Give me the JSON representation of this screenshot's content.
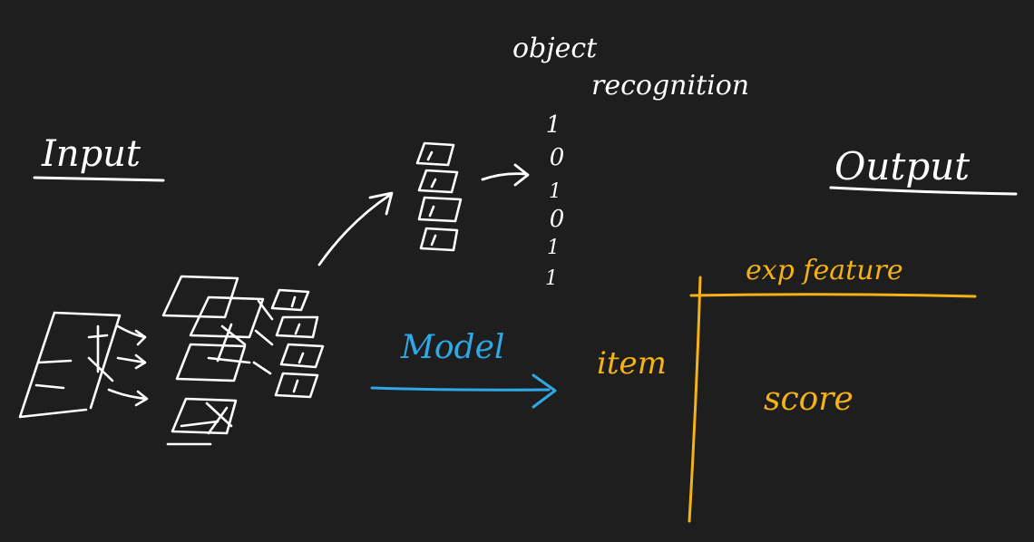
{
  "labels": {
    "input": "Input",
    "output": "Output",
    "object_recognition_line1": "object",
    "object_recognition_line2": "recognition",
    "model": "Model",
    "item": "item",
    "exp_feature": "exp feature",
    "score": "score"
  },
  "bit_sequence": [
    "1",
    "0",
    "1",
    "0",
    "1",
    "1"
  ],
  "colors": {
    "background": "#1e1e1e",
    "ink": "#ffffff",
    "model_arrow": "#2fa8e6",
    "table": "#f5b216"
  }
}
